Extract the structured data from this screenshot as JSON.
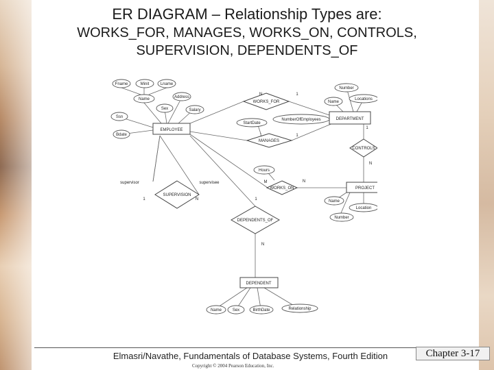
{
  "slide": {
    "title_line1": "ER DIAGRAM – Relationship Types are:",
    "title_line2": "WORKS_FOR, MANAGES, WORKS_ON, CONTROLS,",
    "title_line3": "SUPERVISION, DEPENDENTS_OF",
    "footer": "Elmasri/Navathe, Fundamentals of Database Systems, Fourth Edition",
    "copyright": "Copyright © 2004 Pearson Education, Inc.",
    "chapter": "Chapter 3-17"
  },
  "diagram": {
    "entities": {
      "employee": "EMPLOYEE",
      "department": "DEPARTMENT",
      "project": "PROJECT",
      "dependent": "DEPENDENT"
    },
    "relationships": {
      "works_for": "WORKS_FOR",
      "manages": "MANAGES",
      "works_on": "WORKS_ON",
      "controls": "CONTROLS",
      "supervision": "SUPERVISION",
      "dependents_of": "DEPENDENTS_OF"
    },
    "attributes": {
      "fname": "Fname",
      "minit": "Minit",
      "lname": "Lname",
      "name": "Name",
      "address": "Address",
      "sex": "Sex",
      "salary": "Salary",
      "ssn": "Ssn",
      "bdate": "Bdate",
      "startdate": "StartDate",
      "hours": "Hours",
      "number": "Number",
      "locations": "Locations",
      "num_employees": "NumberOfEmployees",
      "location": "Location",
      "birthdate": "BirthDate",
      "relationship": "Relationship"
    },
    "roles": {
      "supervisor": "supervisor",
      "supervisee": "supervisee"
    },
    "cardinalities": {
      "n": "N",
      "one": "1",
      "m": "M"
    }
  }
}
